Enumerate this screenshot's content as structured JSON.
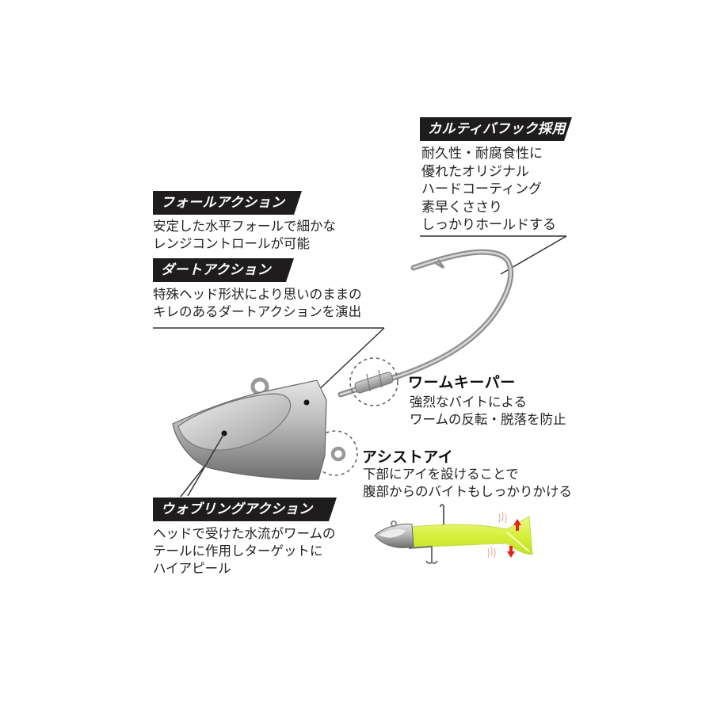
{
  "features": {
    "hook": {
      "title": "カルティバフック採用",
      "lines": [
        "耐久性・耐腐食性に",
        "優れたオリジナル",
        "ハードコーティング",
        "素早くささり",
        "しっかりホールドする"
      ]
    },
    "fall_action": {
      "title": "フォールアクション",
      "lines": [
        "安定した水平フォールで細かな",
        "レンジコントロールが可能"
      ]
    },
    "dart_action": {
      "title": "ダートアクション",
      "lines": [
        "特殊ヘッド形状により思いのままの",
        "キレのあるダートアクションを演出"
      ]
    },
    "worm_keeper": {
      "title": "ワームキーパー",
      "lines": [
        "強烈なバイトによる",
        "ワームの反転・脱落を防止"
      ]
    },
    "assist_eye": {
      "title": "アシストアイ",
      "lines": [
        "下部にアイを設けることで",
        "腹部からのバイトもしっかりかける"
      ]
    },
    "wobbling_action": {
      "title": "ウォブリングアクション",
      "lines": [
        "ヘッドで受けた水流がワームの",
        "テールに作用しターゲットに",
        "ハイアピール"
      ]
    }
  },
  "colors": {
    "tag_bg": "#1e1c1c",
    "tag_text": "#ffffff",
    "worm": "#d8f24a",
    "arrow": "#e0241c",
    "metal": "#9a9a9a"
  }
}
